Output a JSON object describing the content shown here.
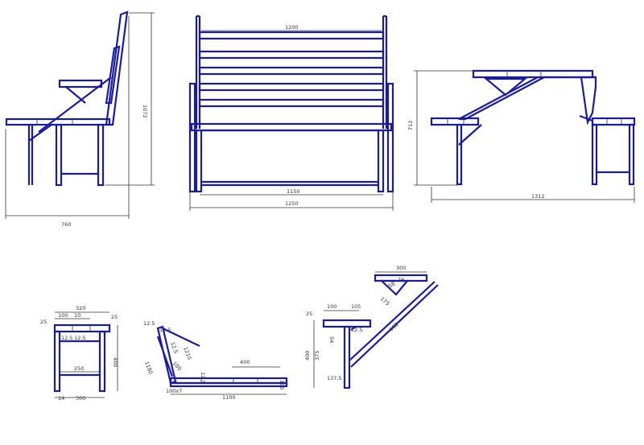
{
  "drawing": {
    "side_view": {
      "width_dim": "760",
      "height_dim": "1072"
    },
    "front_view": {
      "seat_width_dim": "1200",
      "inner_span_dim": "1150",
      "overall_width_dim": "1250"
    },
    "table_view": {
      "height_dim": "712",
      "length_dim": "1312"
    },
    "seat_detail": {
      "top_width": "320",
      "board_a": "100",
      "board_b": "10",
      "thickness": "25",
      "gap_a": "12.5",
      "gap_b": "12.5",
      "height": "400",
      "rail_span": "250",
      "base_width": "300",
      "foot": "14"
    },
    "backrest_detail": {
      "top_thk": "12.5",
      "board_a": "12.5",
      "board_b": "12.5",
      "arm_len": "1180",
      "rise": "1210",
      "angle_dim": "100",
      "step": "12.5",
      "board_len": "400",
      "end_thk": "150",
      "base_boards": "100x7",
      "total_len": "1100"
    },
    "armrest_detail": {
      "top_len": "300",
      "angle_a": "78",
      "angle_b": "58",
      "brace": "175",
      "board_a": "100",
      "board_b": "105",
      "thk": "25",
      "pitch": "54",
      "height": "400",
      "inner_h": "375",
      "diagonal": "660",
      "offset": "137.5",
      "bracket": "12.5"
    }
  }
}
